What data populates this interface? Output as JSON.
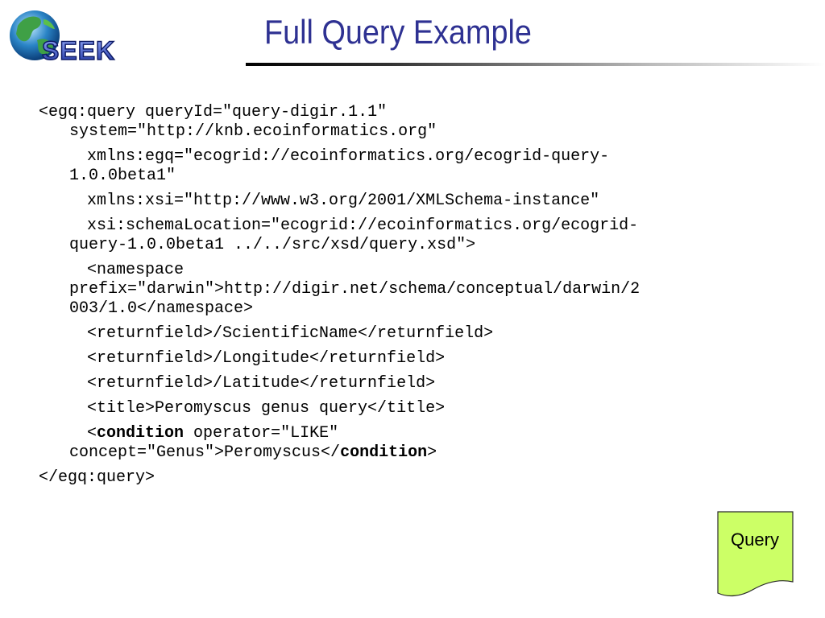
{
  "logo": {
    "text": "SEEK"
  },
  "slide": {
    "title": "Full Query Example"
  },
  "code": {
    "l1a": "<egq:query queryId=\"query-digir.1.1\"",
    "l1b": "system=\"http://knb.ecoinformatics.org\"",
    "l2a": "xmlns:egq=\"ecogrid://ecoinformatics.org/ecogrid-query-",
    "l2b": "1.0.0beta1\"",
    "l3": "xmlns:xsi=\"http://www.w3.org/2001/XMLSchema-instance\"",
    "l4a": "xsi:schemaLocation=\"ecogrid://ecoinformatics.org/ecogrid-",
    "l4b": "query-1.0.0beta1 ../../src/xsd/query.xsd\">",
    "l5a": "<namespace",
    "l5b": "prefix=\"darwin\">http://digir.net/schema/conceptual/darwin/2",
    "l5c": "003/1.0</namespace>",
    "l6": "<returnfield>/ScientificName</returnfield>",
    "l7": "<returnfield>/Longitude</returnfield>",
    "l8": "<returnfield>/Latitude</returnfield>",
    "l9": "<title>Peromyscus genus query</title>",
    "c_open": "<",
    "c_tag": "condition",
    "c_rest": " operator=\"LIKE\"",
    "c2_text": "concept=\"Genus\">Peromyscus</",
    "c2_tag": "condition",
    "c2_close": ">",
    "l11": "</egq:query>"
  },
  "query_note": {
    "label": "Query",
    "fill": "#ccff66"
  }
}
